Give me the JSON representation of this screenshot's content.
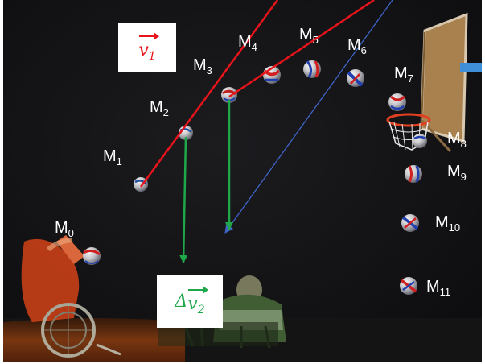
{
  "points": [
    {
      "id": "M0",
      "letter": "M",
      "index": "0"
    },
    {
      "id": "M1",
      "letter": "M",
      "index": "1"
    },
    {
      "id": "M2",
      "letter": "M",
      "index": "2"
    },
    {
      "id": "M3",
      "letter": "M",
      "index": "3"
    },
    {
      "id": "M4",
      "letter": "M",
      "index": "4"
    },
    {
      "id": "M5",
      "letter": "M",
      "index": "5"
    },
    {
      "id": "M6",
      "letter": "M",
      "index": "6"
    },
    {
      "id": "M7",
      "letter": "M",
      "index": "7"
    },
    {
      "id": "M8",
      "letter": "M",
      "index": "8"
    },
    {
      "id": "M9",
      "letter": "M",
      "index": "9"
    },
    {
      "id": "M10",
      "letter": "M",
      "index": "10"
    },
    {
      "id": "M11",
      "letter": "M",
      "index": "11"
    }
  ],
  "vectors": {
    "v1": {
      "letter": "v",
      "subscript": "1",
      "color": "#e8141b"
    },
    "dv2": {
      "prefix": "Δ",
      "letter": "v",
      "subscript": "2",
      "color": "#1fa84a"
    }
  },
  "colors": {
    "red_vector": "#e8141b",
    "green_vector": "#1fa84a",
    "blue_vector": "#3f64c8"
  }
}
